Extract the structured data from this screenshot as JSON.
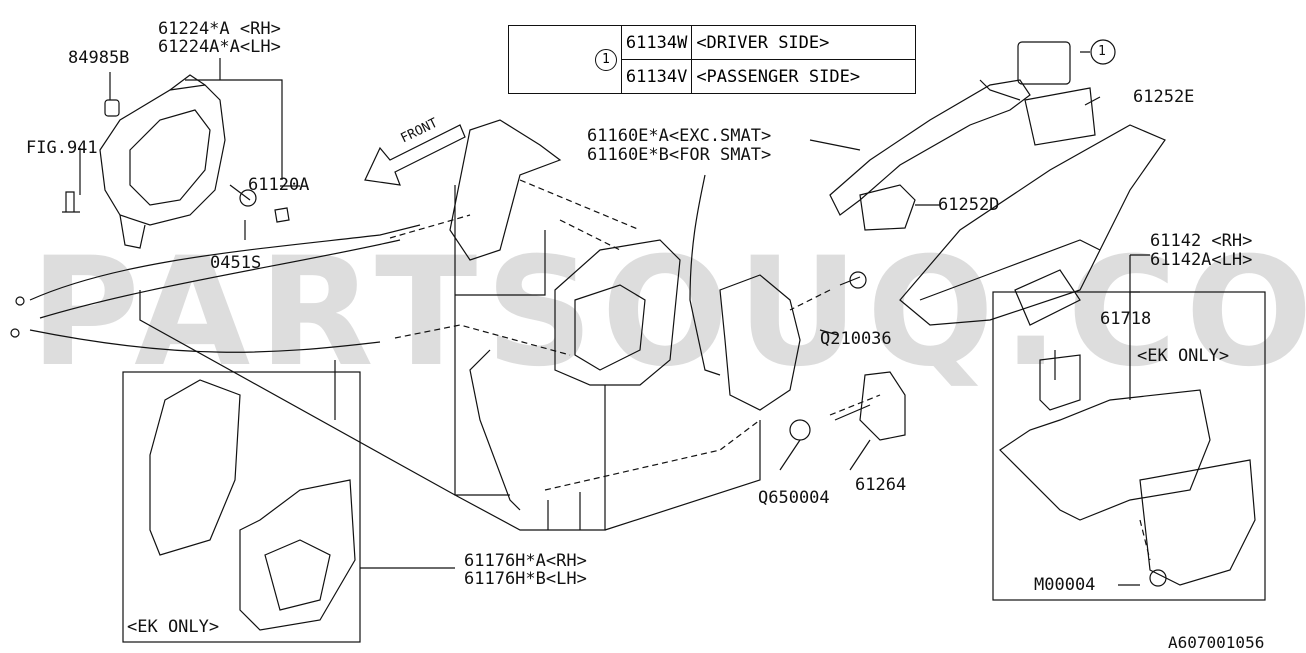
{
  "labels": {
    "p61224A_rh": "61224*A <RH>",
    "p61224AA_lh": "61224A*A<LH>",
    "p84985B": "84985B",
    "fig941": "FIG.941",
    "p61120A": "61120A",
    "p0451S": "0451S",
    "p61160EA": "61160E*A<EXC.SMAT>",
    "p61160EB": "61160E*B<FOR SMAT>",
    "p61252E": "61252E",
    "p61252D": "61252D",
    "p61142_rh": "61142 <RH>",
    "p61142A_lh": "61142A<LH>",
    "p61718": "61718",
    "ek_only_right": "<EK ONLY>",
    "pQ210036": "Q210036",
    "pQ650004": "Q650004",
    "p61264": "61264",
    "p61176HA": "61176H*A<RH>",
    "p61176HB": "61176H*B<LH>",
    "pM00004": "M00004",
    "ek_only_left": "<EK ONLY>",
    "front_arrow": "FRONT",
    "ref_1": "1",
    "doc_code": "A607001056"
  },
  "legend": {
    "ref": "1",
    "rows": [
      {
        "part": "61134W",
        "desc": "<DRIVER SIDE>"
      },
      {
        "part": "61134V",
        "desc": "<PASSENGER SIDE>"
      }
    ]
  },
  "watermark": "PARTSOUQ.COM"
}
